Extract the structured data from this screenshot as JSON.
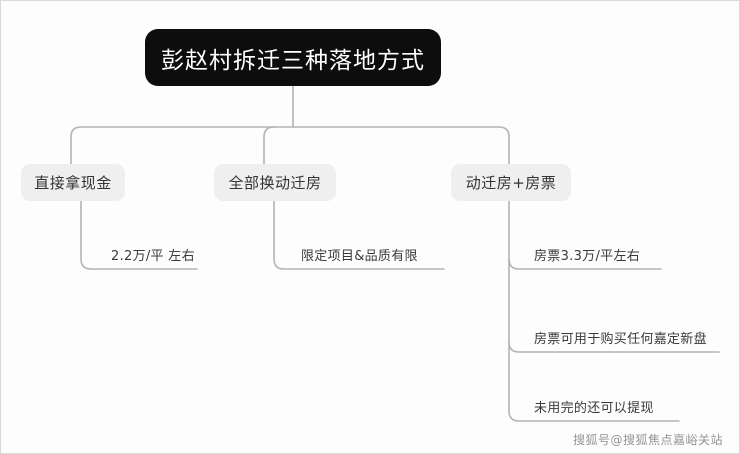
{
  "diagram": {
    "root": {
      "label": "彭赵村拆迁三种落地方式"
    },
    "branches": [
      {
        "label": "直接拿现金"
      },
      {
        "label": "全部换动迁房"
      },
      {
        "label": "动迁房+房票"
      }
    ],
    "leaves": [
      {
        "label": "2.2万/平 左右"
      },
      {
        "label": "限定项目&品质有限"
      },
      {
        "label": "房票3.3万/平左右"
      },
      {
        "label": "房票可用于购买任何嘉定新盘"
      },
      {
        "label": "未用完的还可以提现"
      }
    ],
    "colors": {
      "root_background": "#0d0d0d",
      "root_text": "#ffffff",
      "branch_background": "#efefef",
      "branch_text": "#333333",
      "leaf_text": "#3a3a3a",
      "connector": "#b4b4b4",
      "canvas_background": "#fdfdfd"
    }
  },
  "watermark": {
    "text": "搜狐号@搜狐焦点嘉峪关站"
  }
}
